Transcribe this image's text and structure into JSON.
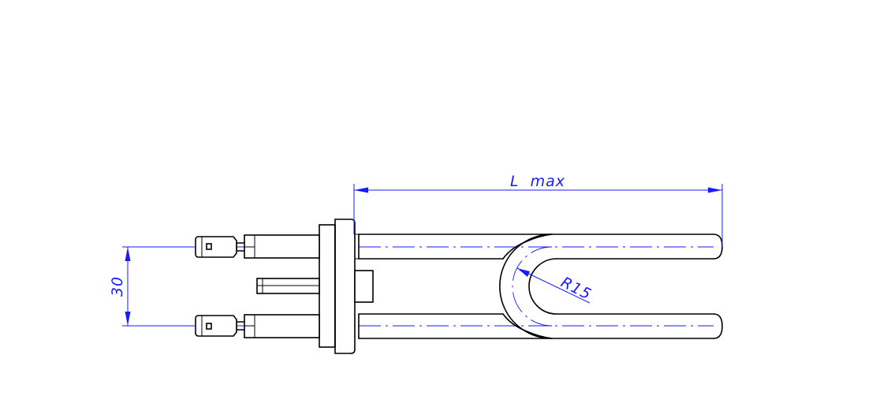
{
  "colors": {
    "outline": "#000000",
    "dimension": "#1a1aff",
    "background": "#ffffff"
  },
  "dimensions": {
    "length_label": "L  max",
    "spacing_label": "30",
    "radius_label": "R15"
  }
}
